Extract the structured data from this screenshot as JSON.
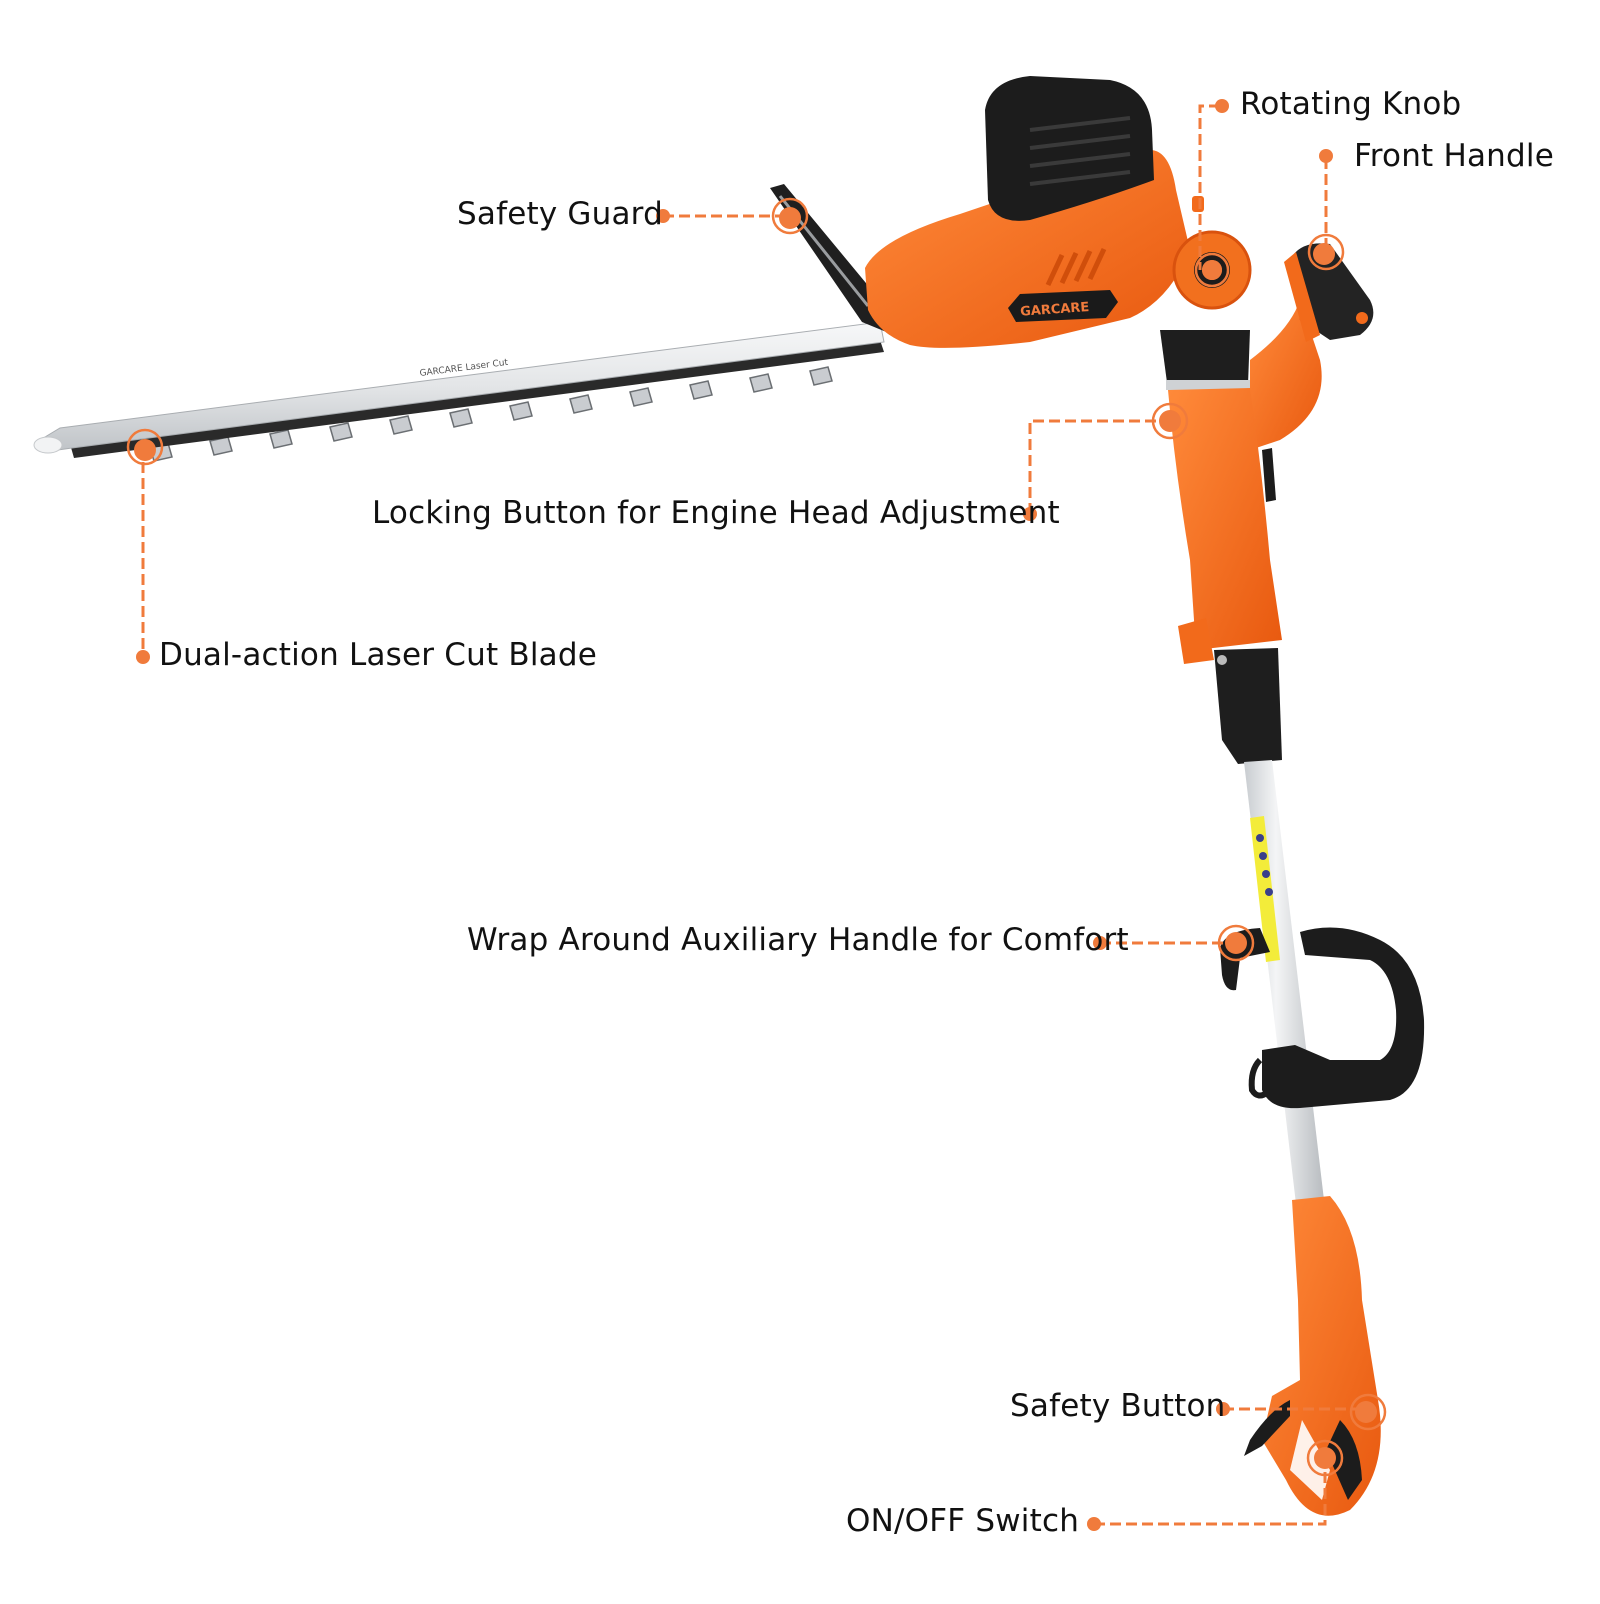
{
  "product": {
    "brand": "GARCARE",
    "blade_imprint": "GARCARE Laser Cut",
    "colors": {
      "accent_orange": "#F07B3C",
      "body_orange": "#F26A1B",
      "body_orange_dark": "#D9520E",
      "black": "#1C1C1C",
      "blade_silver": "#E4E6E8",
      "shaft_silver": "#DADDE0",
      "warning_yellow": "#F3EC3A"
    }
  },
  "callouts": [
    {
      "id": "rotating-knob",
      "label": "Rotating Knob"
    },
    {
      "id": "front-handle",
      "label": "Front Handle"
    },
    {
      "id": "safety-guard",
      "label": "Safety Guard"
    },
    {
      "id": "locking-button",
      "label": "Locking Button for Engine Head Adjustment"
    },
    {
      "id": "blade",
      "label": "Dual-action Laser Cut Blade"
    },
    {
      "id": "aux-handle",
      "label": "Wrap Around Auxiliary Handle for Comfort"
    },
    {
      "id": "safety-button",
      "label": "Safety Button"
    },
    {
      "id": "on-off-switch",
      "label": "ON/OFF Switch"
    }
  ]
}
